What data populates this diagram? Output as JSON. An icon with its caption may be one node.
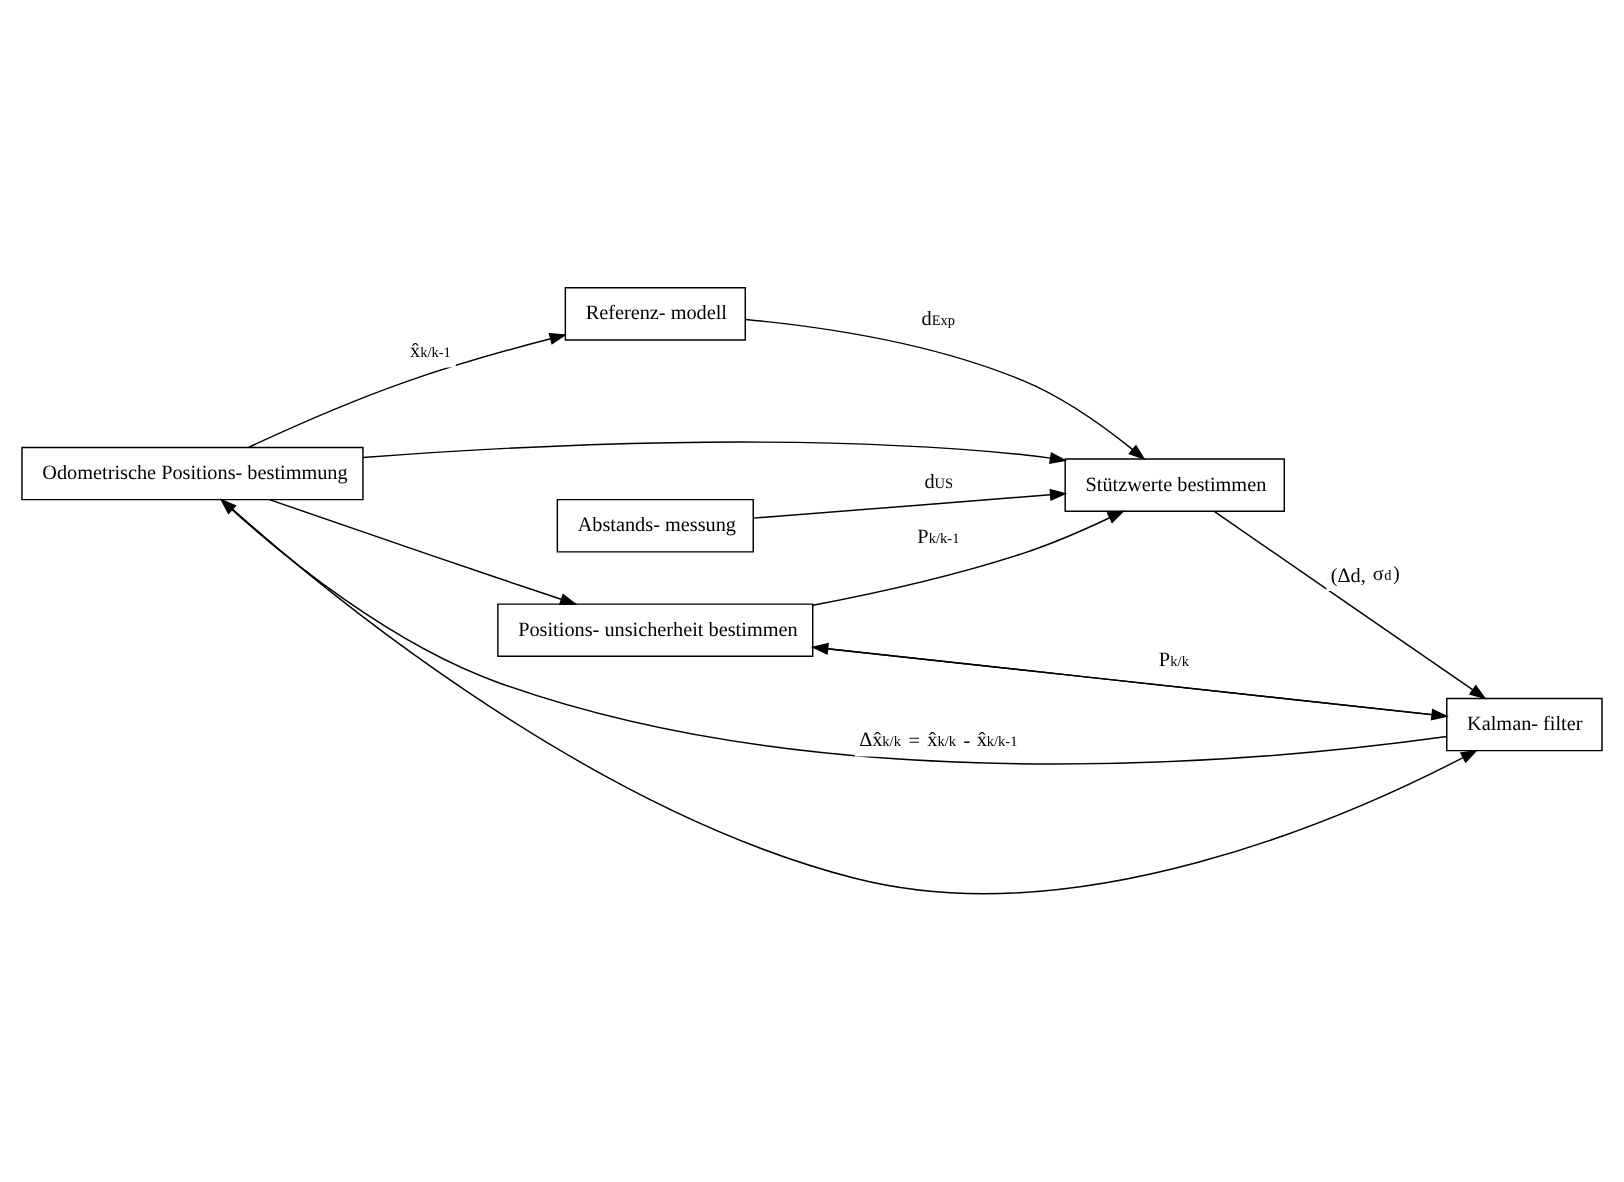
{
  "diagram": {
    "nodes": [
      {
        "text": [
          "Odometrische Positions- bestimmung"
        ]
      },
      {
        "text": [
          "Referenz- modell"
        ]
      },
      {
        "text": [
          "Abstands- messung"
        ]
      },
      {
        "text": [
          "Stützwerte bestimmen"
        ]
      },
      {
        "text": [
          "Positions- unsicherheit bestimmen"
        ]
      },
      {
        "text": [
          "Kalman- filter"
        ]
      }
    ],
    "edges": [
      {
        "from": 0,
        "to": 1,
        "arrow": "to",
        "label": "x̂$_{k/k-1}$"
      },
      {
        "from": 0,
        "to": 3,
        "arrow": "to"
      },
      {
        "from": 0,
        "to": 4,
        "arrow": "to"
      },
      {
        "from": 0,
        "to": 5,
        "arrow": "to"
      },
      {
        "from": 1,
        "to": 3,
        "arrow": "to",
        "label": "d$_{Exp}$"
      },
      {
        "from": 2,
        "to": 3,
        "arrow": "to",
        "label": "d$_{US}$"
      },
      {
        "from": 4,
        "to": 3,
        "arrow": "to",
        "label": "P$_{k/k-1}$"
      },
      {
        "from": 4,
        "to": 5,
        "arrow": "to"
      },
      {
        "from": 3,
        "to": 5,
        "arrow": "to",
        "label": "(Δd, σ$_{d}$)"
      },
      {
        "from": 5,
        "to": 4,
        "arrow": "to",
        "label": "P$_{k/k}$"
      },
      {
        "from": 5,
        "to": 0,
        "arrow": "to",
        "label": "Δx̂$_{k/k}$ = x̂$_{k/k}$ - x̂$_{k/k-1}$"
      }
    ]
  }
}
